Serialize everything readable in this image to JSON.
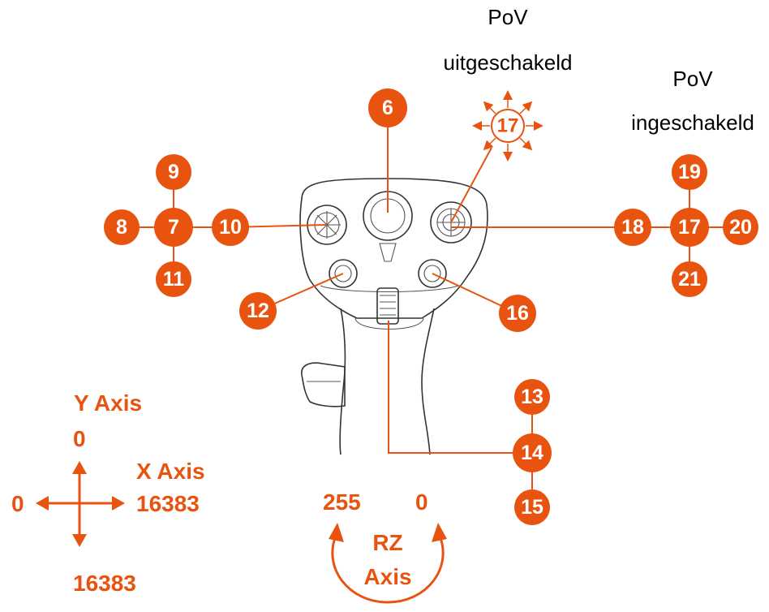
{
  "colors": {
    "accent": "#e8540f",
    "line": "#333333",
    "text": "#000000"
  },
  "callouts": {
    "b6": "6",
    "b7": "7",
    "b8": "8",
    "b9": "9",
    "b10": "10",
    "b11": "11",
    "b12": "12",
    "b13": "13",
    "b14": "14",
    "b15": "15",
    "b16": "16",
    "b17_pov": "17",
    "b17_hat": "17",
    "b18": "18",
    "b19": "19",
    "b20": "20",
    "b21": "21"
  },
  "pov": {
    "off_line1": "PoV",
    "off_line2": "uitgeschakeld",
    "on_line1": "PoV",
    "on_line2": "ingeschakeld"
  },
  "axes": {
    "y_label": "Y Axis",
    "y_min": "0",
    "y_max": "16383",
    "x_label": "X Axis",
    "x_min": "0",
    "x_max": "16383",
    "rz_left": "255",
    "rz_right": "0",
    "rz_line1": "RZ",
    "rz_line2": "Axis"
  }
}
